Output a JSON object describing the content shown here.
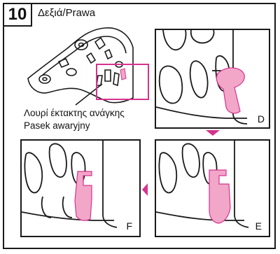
{
  "step": {
    "number": "10",
    "title": "Δεξιά/Prawa"
  },
  "callout": {
    "line1": "Λουρί έκτακτης ανάγκης",
    "line2": "Pasek awaryjny"
  },
  "panels": [
    {
      "letter": "D"
    },
    {
      "letter": "F"
    },
    {
      "letter": "E"
    }
  ],
  "colors": {
    "accent": "#d6338f",
    "strap_fill": "#f2a6c8",
    "line": "#1a1a1a"
  }
}
